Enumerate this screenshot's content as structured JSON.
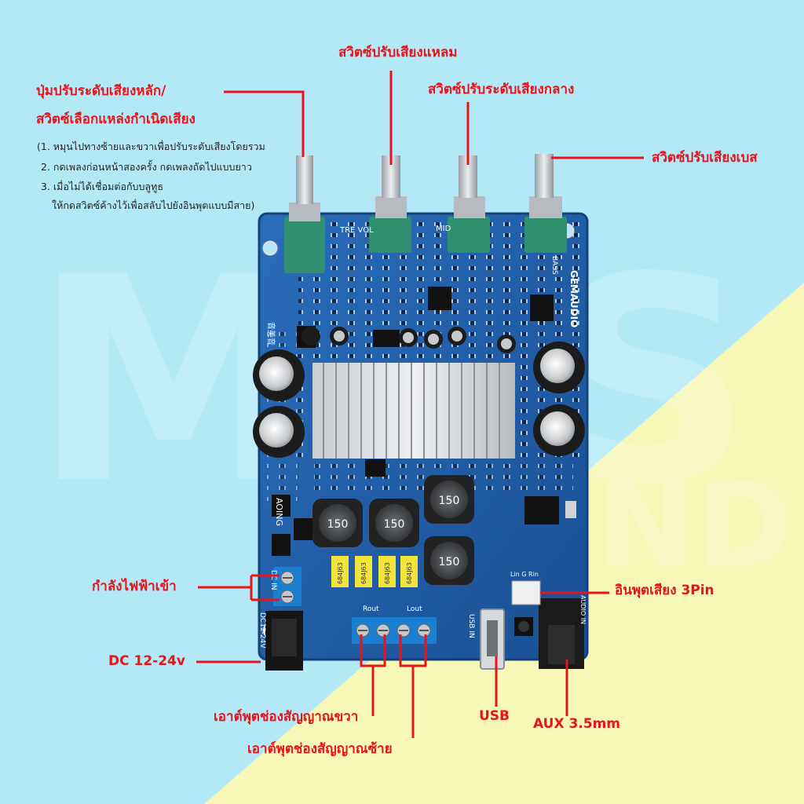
{
  "background": {
    "top": "#b3e9f7",
    "bottom_right": "#f7f7b8",
    "accent": "#e8141b"
  },
  "watermark": {
    "text": "MDSOUND"
  },
  "board": {
    "color": "#1f5fa8",
    "silkscreen": {
      "brand": "GEMAUDIO",
      "tre_vol": "TRE VOL",
      "mid": "MID",
      "bass": "BASS",
      "aoing": "AOING",
      "dc_in": "DC IN",
      "dc_12_24v": "DC12-24V",
      "rout": "Rout",
      "lout": "Lout",
      "usb_in": "USB IN",
      "audio_in": "AUDIO IN",
      "lin_g_rin": "Lin G Rin",
      "chinese": "音美音"
    },
    "inductor_value": "150",
    "capacitor_value": "684J63"
  },
  "labels": {
    "main_volume": "ปุ่มปรับระดับเสียงหลัก/",
    "source_switch": "สวิตซ์เลือกแหล่งกำเนิดเสียง",
    "treble": "สวิตซ์ปรับเสียงแหลม",
    "mid": "สวิตซ์ปรับระดับเสียงกลาง",
    "bass": "สวิตซ์ปรับเสียงเบส",
    "power_in": "กำลังไฟฟ้าเข้า",
    "dc": "DC 12-24v",
    "right_out": "เอาต์พุตช่องสัญญาณขวา",
    "left_out": "เอาต์พุตช่องสัญญาณซ้าย",
    "usb": "USB",
    "aux": "AUX 3.5mm",
    "input_3pin": "อินพุตเสียง 3Pin"
  },
  "notes": [
    "(1. หมุนไปทางซ้ายและขวาเพื่อปรับระดับเสียงโดยรวม",
    "2. กดเพลงก่อนหน้าสองครั้ง กดเพลงถัดไปแบบยาว",
    "3. เมื่อไม่ได้เชื่อมต่อกับบลูทูธ",
    "ให้กดสวิตซ์ค้างไว้เพื่อสลับไปยังอินพุตแบบมีสาย)"
  ]
}
